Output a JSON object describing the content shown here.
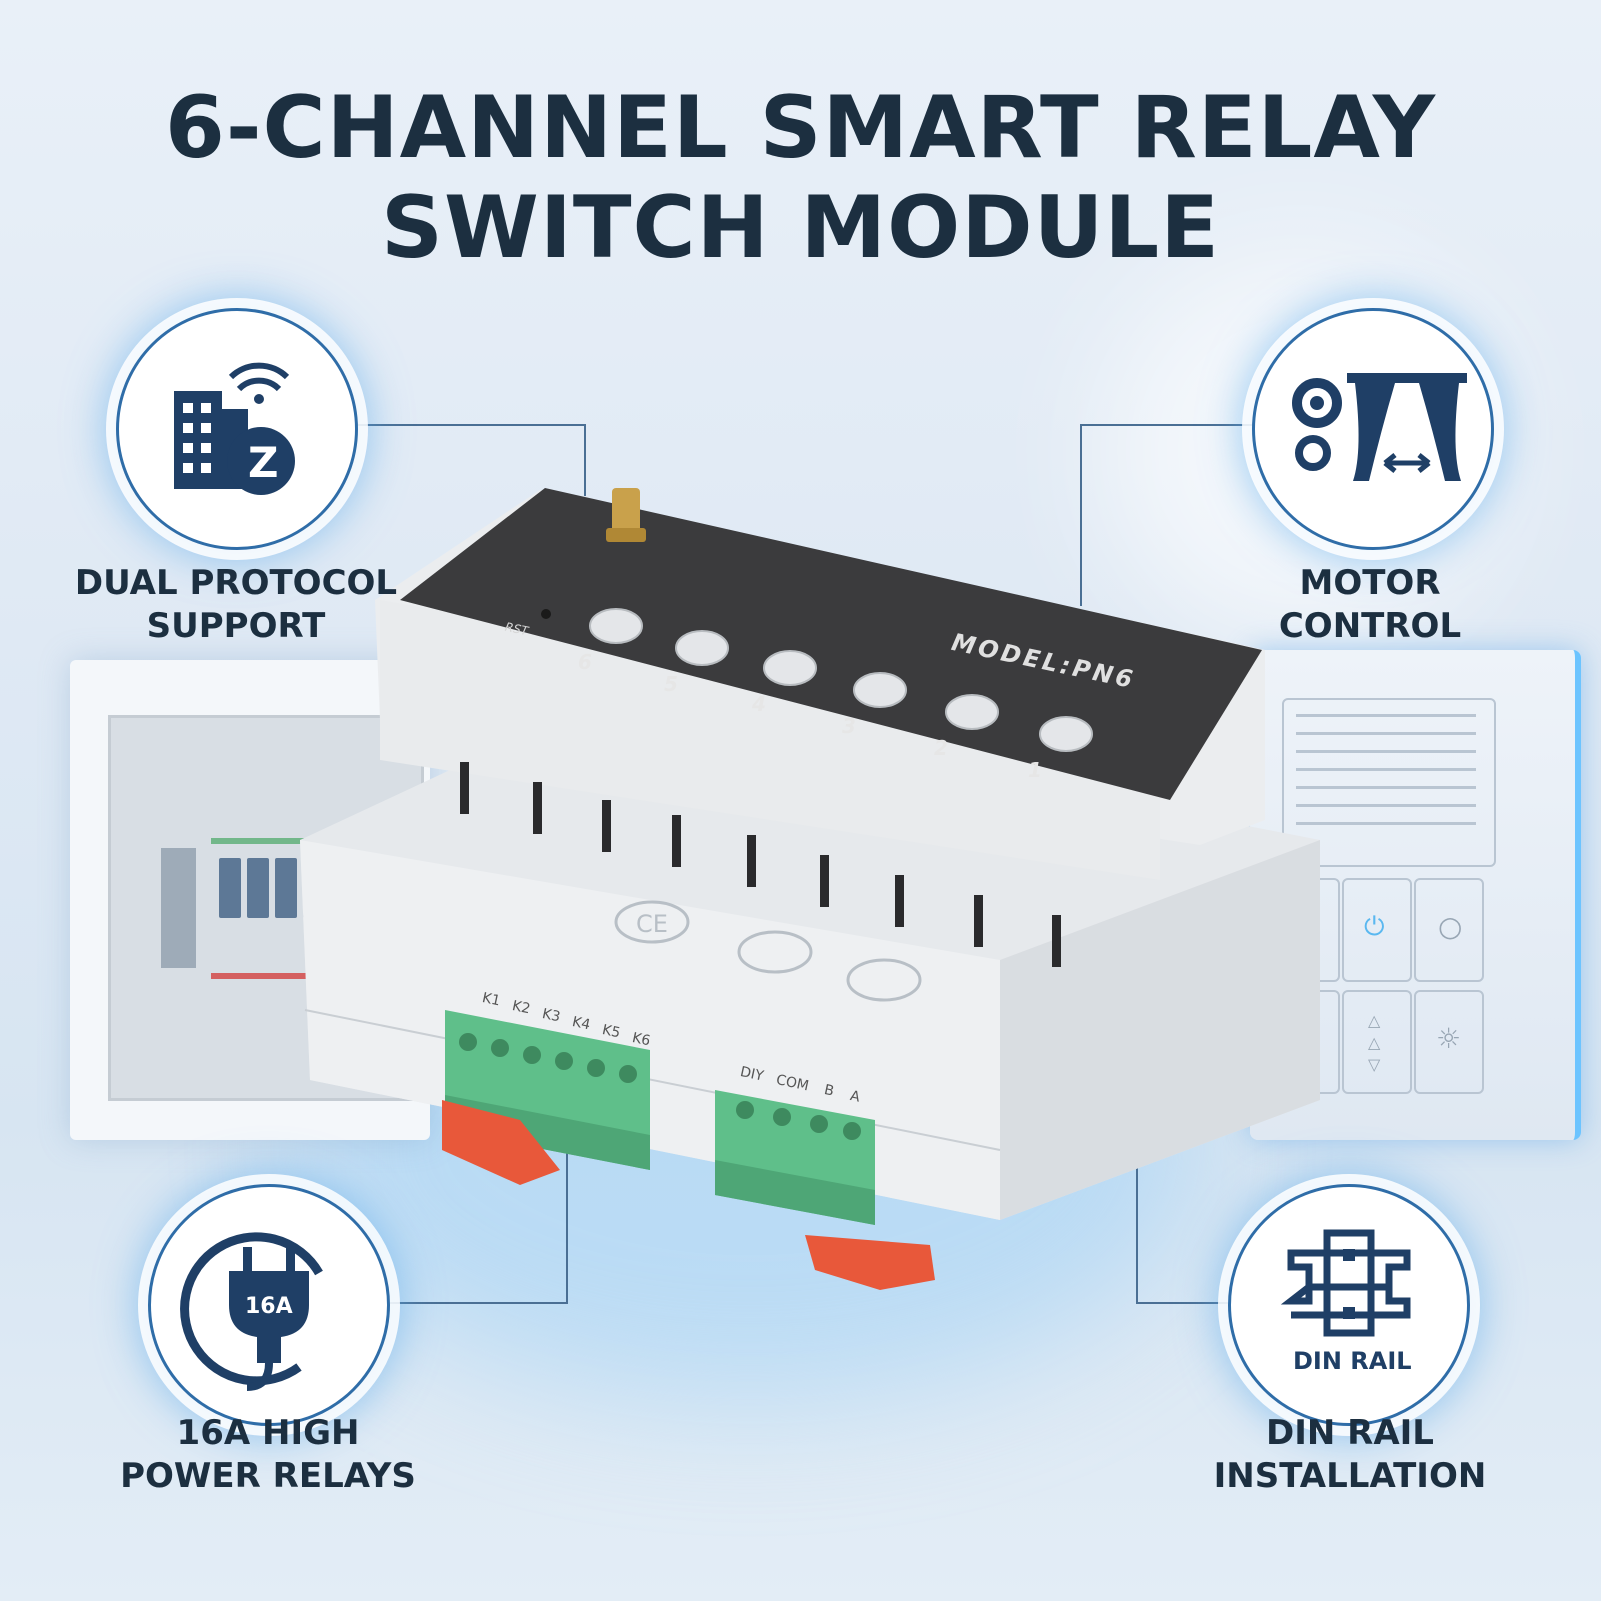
{
  "headline": {
    "line1": "6-CHANNEL SMART RELAY",
    "line2": "SWITCH MODULE"
  },
  "features": [
    {
      "label_line1": "DUAL PROTOCOL",
      "label_line2": "SUPPORT",
      "icon": "smart-building-zwave-icon"
    },
    {
      "label_line1": "MOTOR",
      "label_line2": "CONTROL",
      "icon": "gear-curtain-icon"
    },
    {
      "label_line1": "16A HIGH",
      "label_line2": "POWER RELAYS",
      "icon": "plug-16a-icon",
      "icon_text": "16A"
    },
    {
      "label_line1": "DIN RAIL",
      "label_line2": "INSTALLATION",
      "icon": "din-rail-icon",
      "icon_text": "DIN RAIL"
    }
  ],
  "device": {
    "model_label": "MODEL:PN6",
    "reset_label": "RST",
    "button_numbers": [
      "6",
      "5",
      "4",
      "3",
      "2",
      "1"
    ],
    "relay_terminal_labels": [
      "K1",
      "K2",
      "K3",
      "K4",
      "K5",
      "K6"
    ],
    "bus_terminal_labels": [
      "DIY",
      "COM",
      "B",
      "A"
    ],
    "certification_marks": [
      "ce-mark-icon",
      "weee-bin-icon",
      "recycle-icon"
    ]
  },
  "colors": {
    "title": "#1c2f40",
    "circle_ring": "#2f6da8",
    "icon": "#1f3f66",
    "terminal_green": "#5fbf8a",
    "clip_orange": "#e8583a"
  }
}
